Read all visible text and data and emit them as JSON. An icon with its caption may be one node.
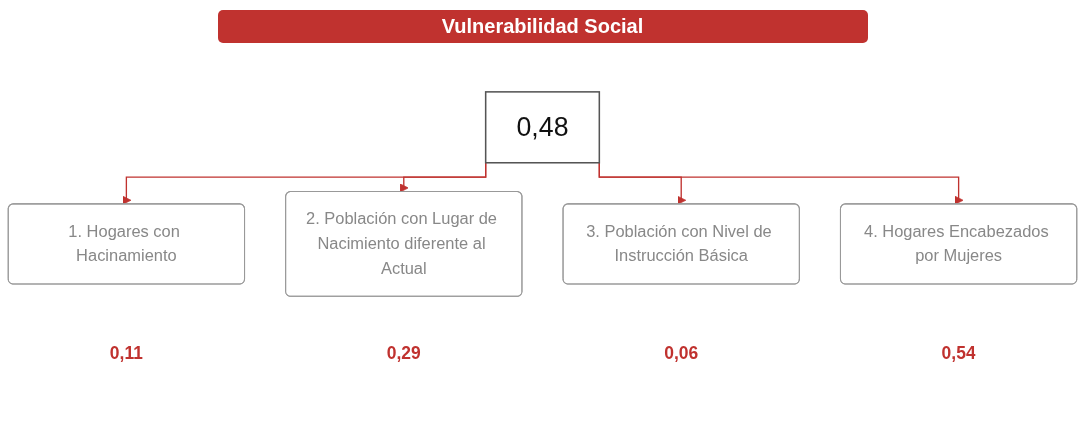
{
  "diagram": {
    "title": "Vulnerabilidad Social",
    "nodes": [
      {
        "text": [
          "0,48"
        ]
      },
      {
        "text": [
          "1. Hogares con Hacinamiento"
        ],
        "beside": [
          "0,11"
        ]
      },
      {
        "text": [
          "2. Población con Lugar de Nacimiento diferente al Actual"
        ],
        "beside": [
          "0,29"
        ]
      },
      {
        "text": [
          "3. Población con Nivel de Instrucción Básica"
        ],
        "beside": [
          "0,06"
        ]
      },
      {
        "text": [
          "4. Hogares Encabezados por Mujeres"
        ],
        "beside": [
          "0,54"
        ]
      }
    ],
    "edges": [
      {
        "from": 0,
        "to": 1,
        "arrow": "to",
        "color": "#c0322f"
      },
      {
        "from": 0,
        "to": 2,
        "arrow": "to",
        "color": "#c0322f"
      },
      {
        "from": 0,
        "to": 3,
        "arrow": "to",
        "color": "#c0322f"
      },
      {
        "from": 0,
        "to": 4,
        "arrow": "to",
        "color": "#c0322f"
      }
    ]
  }
}
